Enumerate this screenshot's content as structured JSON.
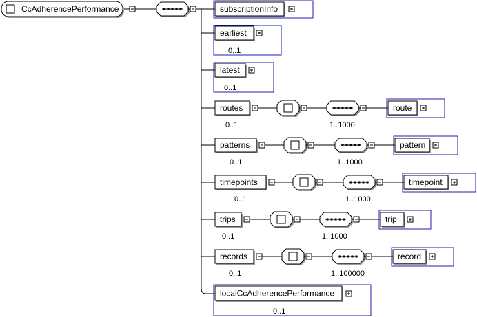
{
  "root": {
    "label": "CcAdherencePerformance"
  },
  "children": [
    {
      "key": "subscriptionInfo",
      "label": "subscriptionInfo",
      "occurs": ""
    },
    {
      "key": "earliest",
      "label": "earliest",
      "occurs": "0..1"
    },
    {
      "key": "latest",
      "label": "latest",
      "occurs": "0..1"
    },
    {
      "key": "routes",
      "label": "routes",
      "occurs": "0..1",
      "child_label": "route",
      "child_occurs": "1..1000"
    },
    {
      "key": "patterns",
      "label": "patterns",
      "occurs": "0..1",
      "child_label": "pattern",
      "child_occurs": "1..1000"
    },
    {
      "key": "timepoints",
      "label": "timepoints",
      "occurs": "0..1",
      "child_label": "timepoint",
      "child_occurs": "1..1000"
    },
    {
      "key": "trips",
      "label": "trips",
      "occurs": "0..1",
      "child_label": "trip",
      "child_occurs": "1..1000"
    },
    {
      "key": "records",
      "label": "records",
      "occurs": "0..1",
      "child_label": "record",
      "child_occurs": "1..100000"
    },
    {
      "key": "localCcAdherencePerformance",
      "label": "localCcAdherencePerformance",
      "occurs": "0..1"
    }
  ]
}
